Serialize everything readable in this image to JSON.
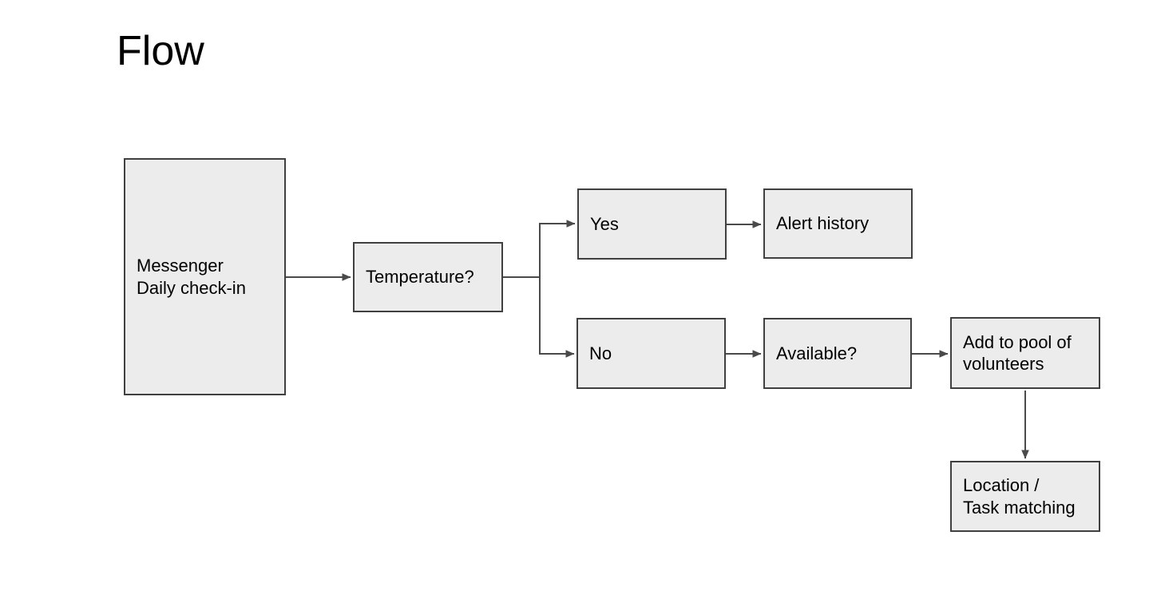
{
  "page": {
    "title": "Flow"
  },
  "diagram": {
    "type": "flowchart",
    "nodes": {
      "messenger": {
        "label": "Messenger\nDaily check-in"
      },
      "temperature": {
        "label": "Temperature?"
      },
      "yes": {
        "label": "Yes"
      },
      "alert_history": {
        "label": "Alert history"
      },
      "no": {
        "label": "No"
      },
      "available": {
        "label": "Available?"
      },
      "add_pool": {
        "label": "Add to pool of\nvolunteers"
      },
      "location": {
        "label": "Location /\nTask matching"
      }
    },
    "edges": [
      {
        "from": "messenger",
        "to": "temperature"
      },
      {
        "from": "temperature",
        "to": "yes"
      },
      {
        "from": "temperature",
        "to": "no"
      },
      {
        "from": "yes",
        "to": "alert_history"
      },
      {
        "from": "no",
        "to": "available"
      },
      {
        "from": "available",
        "to": "add_pool"
      },
      {
        "from": "add_pool",
        "to": "location"
      }
    ],
    "colors": {
      "background": "#ffffff",
      "node_fill": "#ececec",
      "node_border": "#404040",
      "connector": "#4a4a4a",
      "text": "#000000"
    }
  }
}
